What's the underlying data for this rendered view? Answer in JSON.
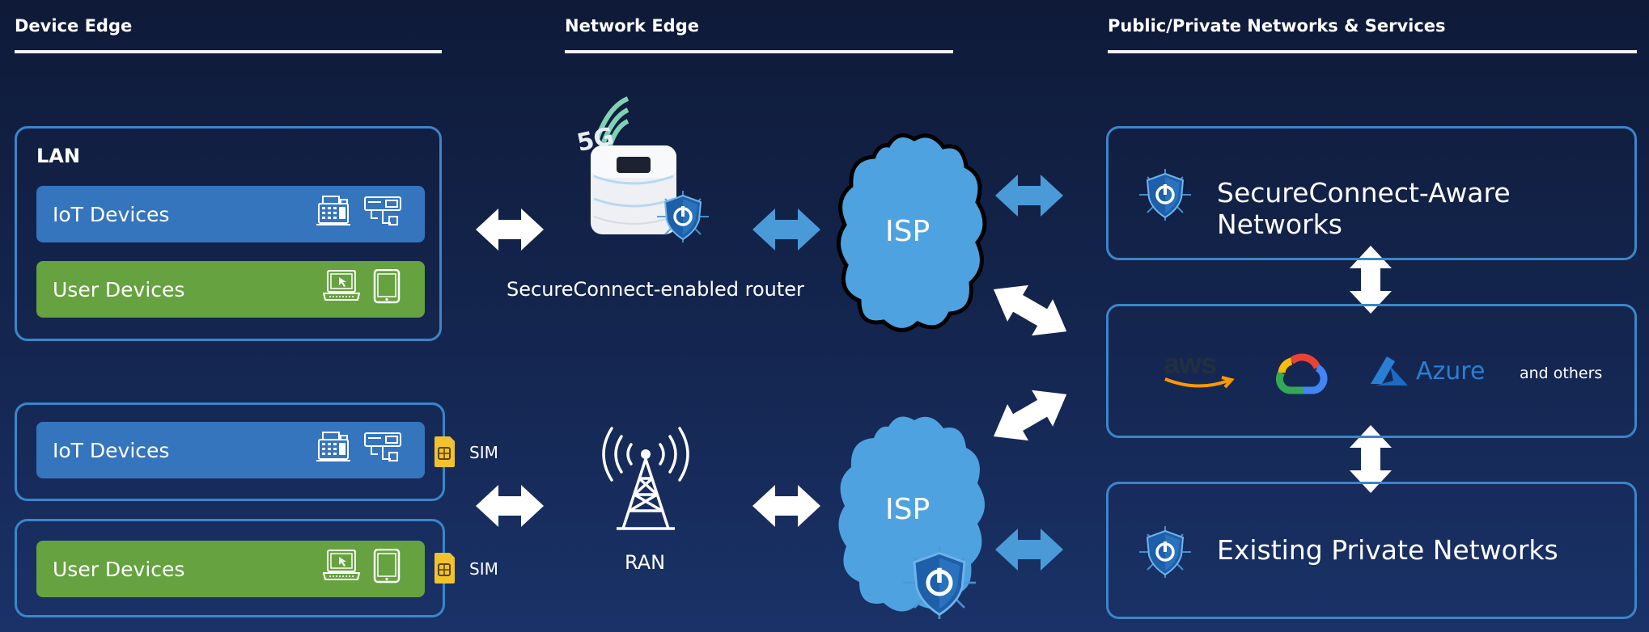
{
  "columns": {
    "device_edge": "Device Edge",
    "network_edge": "Network Edge",
    "public_private": "Public/Private Networks & Services"
  },
  "lan": {
    "title": "LAN",
    "iot_label": "IoT Devices",
    "user_label": "User Devices"
  },
  "cellular": {
    "iot_label": "IoT Devices",
    "user_label": "User Devices",
    "sim_label_1": "SIM",
    "sim_label_2": "SIM"
  },
  "router": {
    "badge": "5G",
    "label": "SecureConnect-enabled router"
  },
  "ran": {
    "label": "RAN"
  },
  "isp": {
    "top_label": "ISP",
    "bottom_label": "ISP"
  },
  "networks": {
    "aware": "SecureConnect-Aware Networks",
    "existing": "Existing Private Networks",
    "aws": "aws",
    "azure": "Azure",
    "others": "and others"
  },
  "colors": {
    "panel_border": "#3b86c8",
    "blue_bar": "#3575bd",
    "green_bar": "#66a23f",
    "arrow_blue": "#4a9ad8",
    "cloud_fill": "#4fa2e0",
    "sim_yellow": "#f2c12e"
  },
  "icons": [
    "cash-register-icon",
    "projector-icon",
    "laptop-icon",
    "tablet-icon",
    "sim-card-icon",
    "shield-power-icon",
    "cell-tower-icon",
    "router-icon",
    "google-cloud-icon",
    "azure-icon",
    "aws-icon"
  ]
}
